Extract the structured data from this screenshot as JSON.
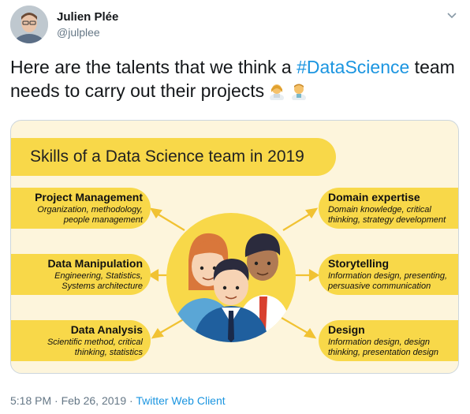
{
  "tweet": {
    "author_name": "Julien Plée",
    "author_handle": "@julplee",
    "text_before": "Here are the talents that we think a ",
    "hashtag": "#DataScience",
    "text_after": " team needs to carry out their projects",
    "emojis": [
      "woman-scientist-emoji",
      "man-scientist-emoji"
    ]
  },
  "infographic": {
    "title": "Skills of a Data Science team in 2019",
    "skills_left": [
      {
        "title": "Project Management",
        "desc1": "Organization, methodology,",
        "desc2": "people management"
      },
      {
        "title": "Data Manipulation",
        "desc1": "Engineering, Statistics,",
        "desc2": "Systems architecture"
      },
      {
        "title": "Data Analysis",
        "desc1": "Scientific method, critical",
        "desc2": "thinking, statistics"
      }
    ],
    "skills_right": [
      {
        "title": "Domain expertise",
        "desc1": "Domain knowledge, critical",
        "desc2": "thinking, strategy development"
      },
      {
        "title": "Storytelling",
        "desc1": "Information design, presenting,",
        "desc2": "persuasive communication"
      },
      {
        "title": "Design",
        "desc1": "Information design, design",
        "desc2": "thinking, presentation design"
      }
    ]
  },
  "meta": {
    "time": "5:18 PM",
    "separator": " · ",
    "date": "Feb 26, 2019",
    "client": "Twitter Web Client"
  },
  "colors": {
    "accent": "#1b95e0",
    "pill": "#f8d849",
    "card_bg": "#fdf5dc"
  }
}
